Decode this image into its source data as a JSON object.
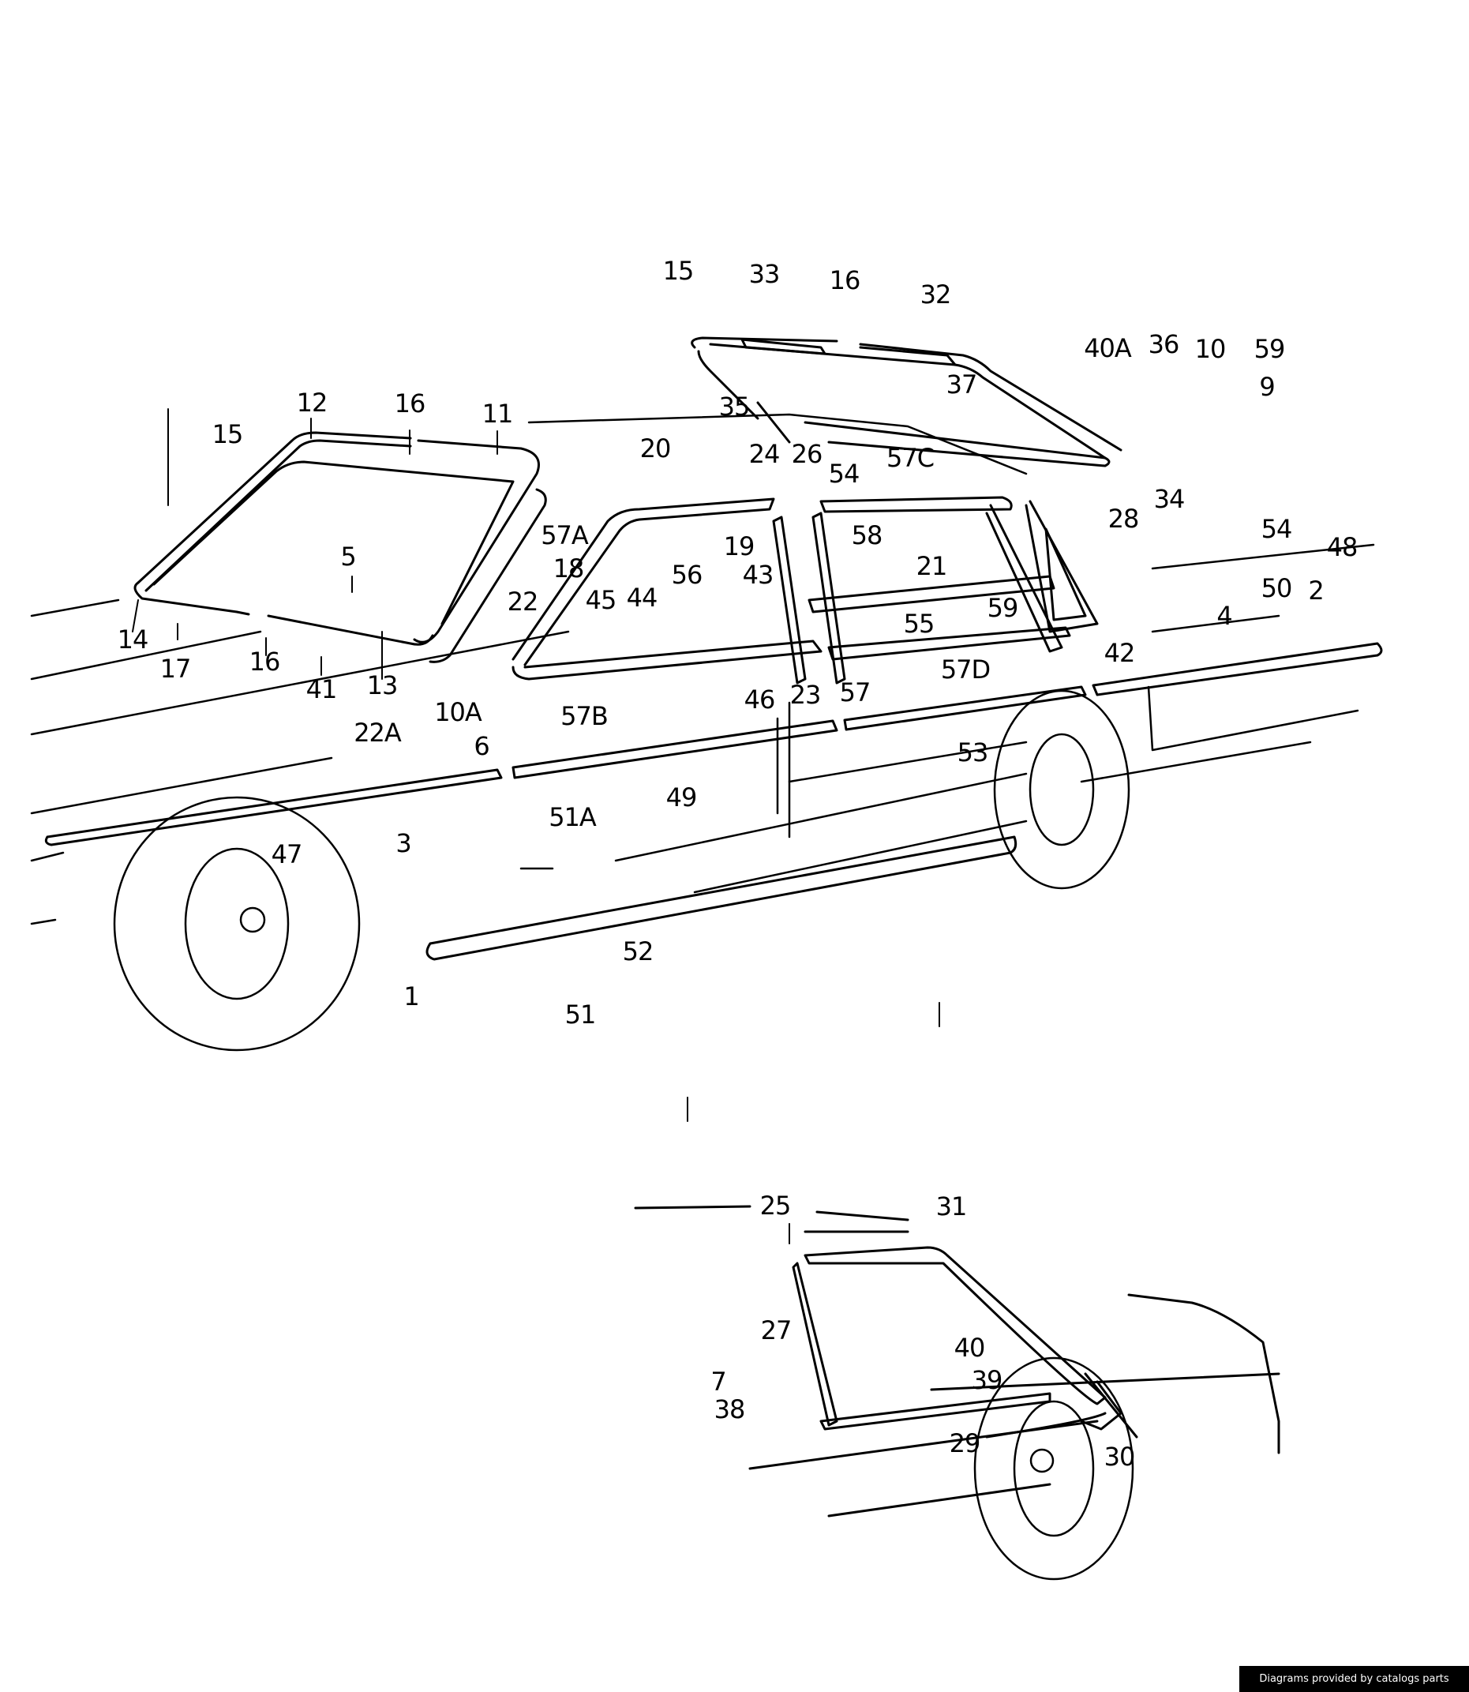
{
  "diagram": {
    "title": "Exterior trim mouldings and window seals - parts diagram",
    "views": [
      "main-side-view",
      "rear-quarter-detail"
    ],
    "labels": {
      "l1": "1",
      "l2": "2",
      "l3": "3",
      "l4": "4",
      "l5": "5",
      "l6": "6",
      "l7": "7",
      "l9": "9",
      "l10": "10",
      "l10A": "10A",
      "l11": "11",
      "l12": "12",
      "l13": "13",
      "l14": "14",
      "l15a": "15",
      "l15b": "15",
      "l16a": "16",
      "l16b": "16",
      "l16c": "16",
      "l17": "17",
      "l18": "18",
      "l19": "19",
      "l20": "20",
      "l21": "21",
      "l22": "22",
      "l22A": "22A",
      "l23": "23",
      "l24": "24",
      "l25": "25",
      "l26": "26",
      "l27": "27",
      "l28": "28",
      "l29": "29",
      "l30": "30",
      "l31": "31",
      "l32": "32",
      "l33": "33",
      "l34": "34",
      "l35": "35",
      "l36": "36",
      "l37": "37",
      "l38": "38",
      "l39": "39",
      "l40": "40",
      "l40A": "40A",
      "l41": "41",
      "l42": "42",
      "l43": "43",
      "l44": "44",
      "l45": "45",
      "l46": "46",
      "l47": "47",
      "l48": "48",
      "l49": "49",
      "l50": "50",
      "l51": "51",
      "l51A": "51A",
      "l52": "52",
      "l53": "53",
      "l54a": "54",
      "l54b": "54",
      "l55": "55",
      "l56": "56",
      "l57": "57",
      "l57A": "57A",
      "l57B": "57B",
      "l57C": "57C",
      "l57D": "57D",
      "l58": "58",
      "l59a": "59",
      "l59b": "59"
    }
  },
  "footer": {
    "credit": "Diagrams provided by catalogs parts"
  }
}
